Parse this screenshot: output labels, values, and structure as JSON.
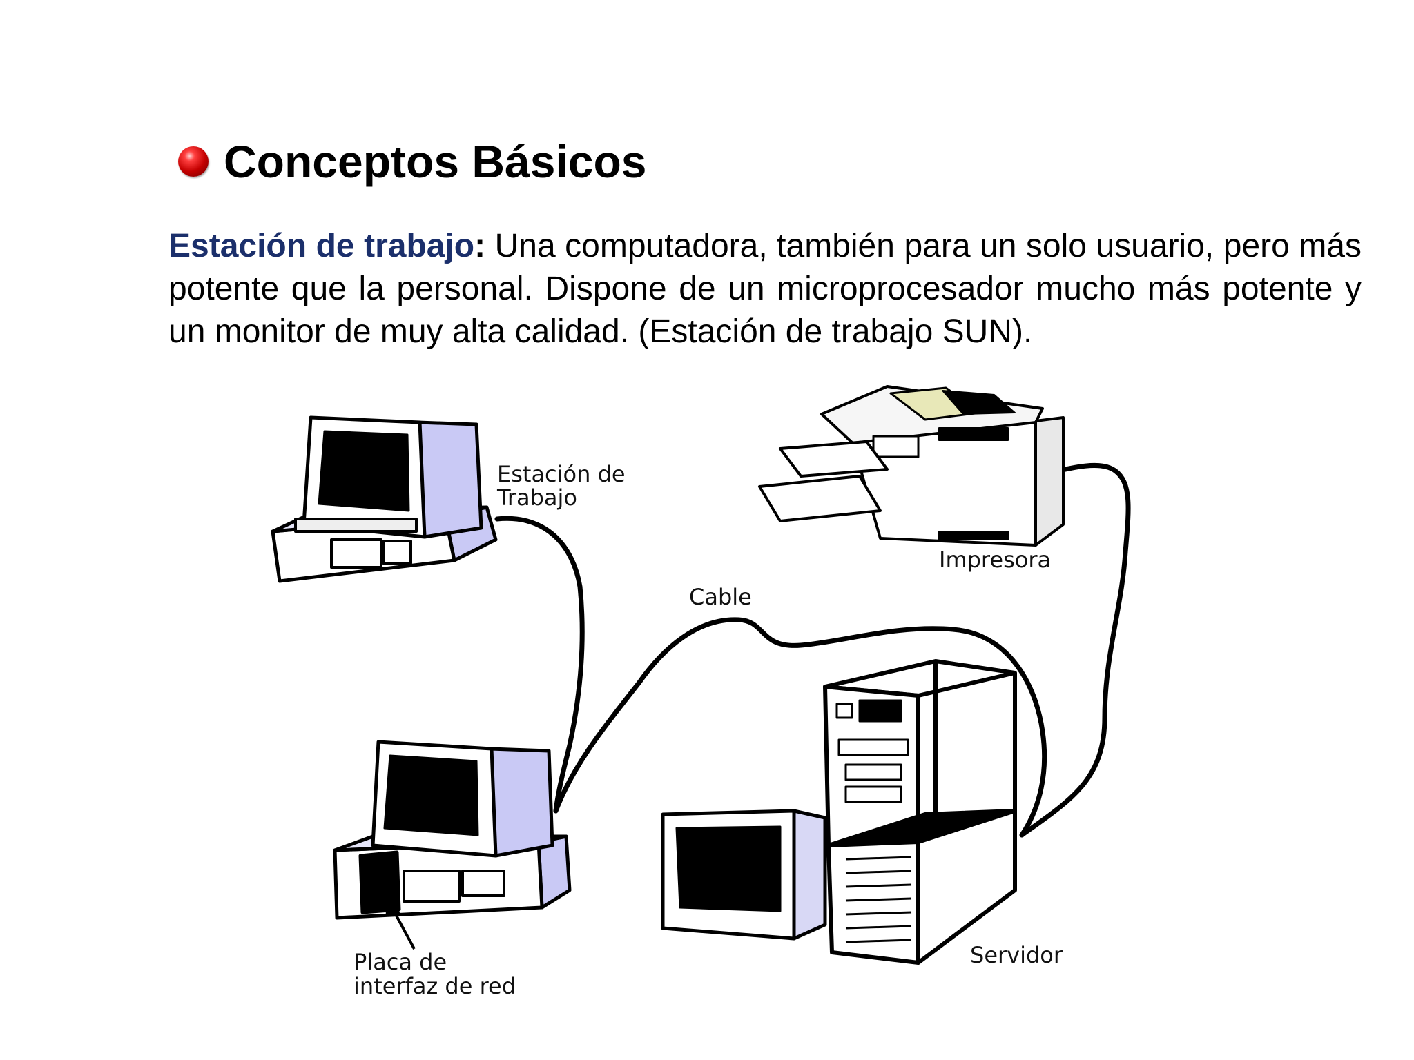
{
  "slide": {
    "title": "Conceptos Básicos",
    "term": "Estación de trabajo",
    "colon": ":",
    "definition": " Una computadora, también para un solo usuario, pero más potente que la personal. Dispone de un microprocesador mucho más potente y un monitor de muy alta calidad. (Estación de trabajo SUN)."
  },
  "diagram": {
    "labels": {
      "workstation_line1": "Estación de",
      "workstation_line2": "Trabajo",
      "printer": "Impresora",
      "cable": "Cable",
      "nic_line1": "Placa de",
      "nic_line2": "interfaz de red",
      "server": "Servidor"
    }
  },
  "colors": {
    "term": "#1b2f6b",
    "computer_side": "#c9c9f5",
    "bullet": "#c40000"
  }
}
